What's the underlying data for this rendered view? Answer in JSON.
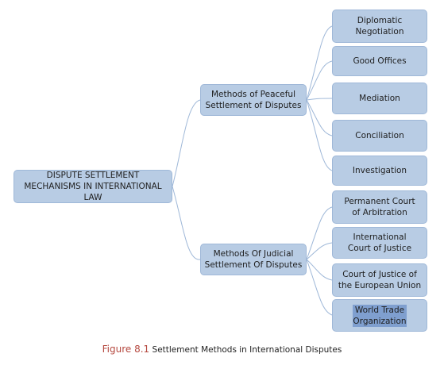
{
  "colors": {
    "node_fill": "#b8cce4",
    "node_border": "#9fb8d8",
    "connector": "#9fb8d8",
    "highlight": "#7f9fcf",
    "caption_label": "#b5483f"
  },
  "diagram": {
    "root": "DISPUTE SETTLEMENT\nMECHANISMS IN INTERNATIONAL LAW",
    "branches": [
      {
        "label": "Methods of Peaceful\nSettlement of Disputes",
        "children": [
          "Diplomatic\nNegotiation",
          "Good Offices",
          "Mediation",
          "Conciliation",
          "Investigation"
        ]
      },
      {
        "label": "Methods Of Judicial\nSettlement Of Disputes",
        "children": [
          "Permanent Court\nof Arbitration",
          "International\nCourt of Justice",
          "Court of Justice of\nthe European Union",
          "World Trade\nOrganization"
        ]
      }
    ]
  },
  "caption": {
    "label": "Figure 8.1",
    "text": "Settlement Methods in International Disputes"
  }
}
